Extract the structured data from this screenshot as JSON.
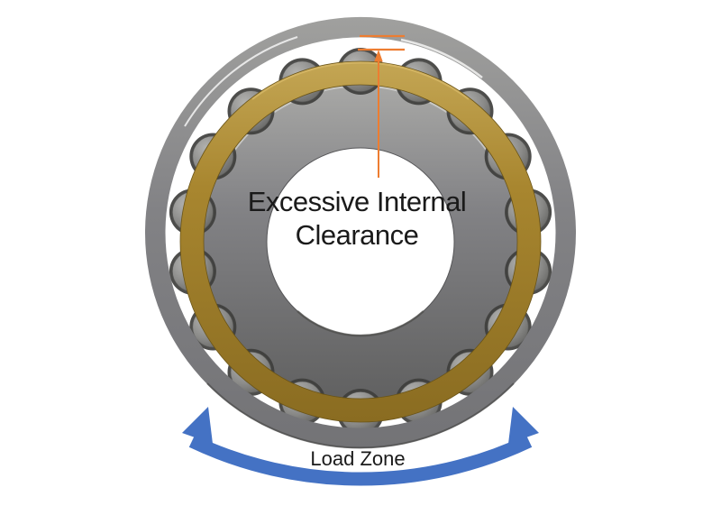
{
  "diagram": {
    "clearance_label_lines": [
      "Excessive Internal",
      "Clearance"
    ],
    "load_zone_label": "Load Zone"
  },
  "colors": {
    "background": "#FFFFFF",
    "dimension_orange": "#ED7D31",
    "load_arrow_blue": "#4472C4",
    "cage_brass": "#A8862F",
    "ring_gray": "#828285",
    "roller_gray": "#8A8A88",
    "text_black": "#1A1A1A"
  },
  "icons": {
    "dimension_marker": "up-arrow-with-extension-ticks",
    "load_zone_arrow": "double-headed-arc-arrow"
  }
}
